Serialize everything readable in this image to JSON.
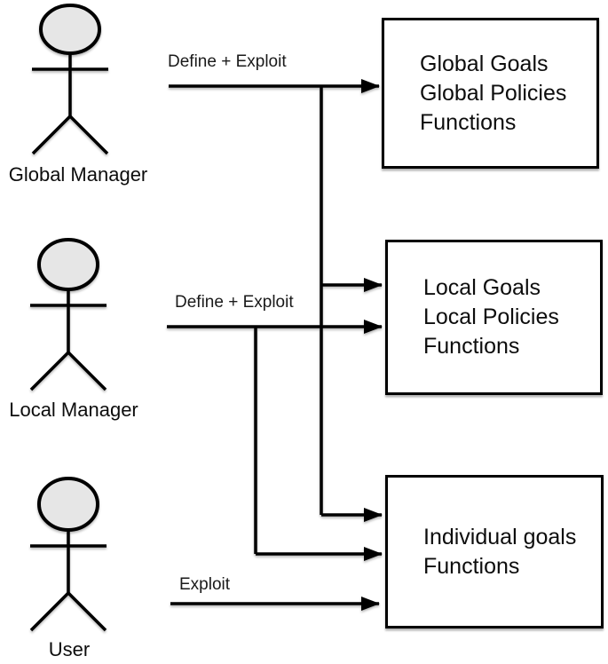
{
  "diagram": {
    "background": "#ffffff",
    "stroke_color": "#000000",
    "actor_head_fill": "#e6e6e6",
    "actors": [
      {
        "id": "global-manager",
        "label": "Global Manager"
      },
      {
        "id": "local-manager",
        "label": "Local Manager"
      },
      {
        "id": "user",
        "label": "User"
      }
    ],
    "arrows": [
      {
        "from": "global-manager",
        "label": "Define + Exploit",
        "targets": [
          "global-box",
          "local-box",
          "individual-box"
        ]
      },
      {
        "from": "local-manager",
        "label": "Define + Exploit",
        "targets": [
          "local-box",
          "individual-box"
        ]
      },
      {
        "from": "user",
        "label": "Exploit",
        "targets": [
          "individual-box"
        ]
      }
    ],
    "boxes": [
      {
        "id": "global-box",
        "lines": [
          "Global Goals",
          "Global Policies",
          "Functions"
        ]
      },
      {
        "id": "local-box",
        "lines": [
          "Local Goals",
          "Local Policies",
          "Functions"
        ]
      },
      {
        "id": "individual-box",
        "lines": [
          "Individual goals",
          "Functions"
        ]
      }
    ]
  }
}
